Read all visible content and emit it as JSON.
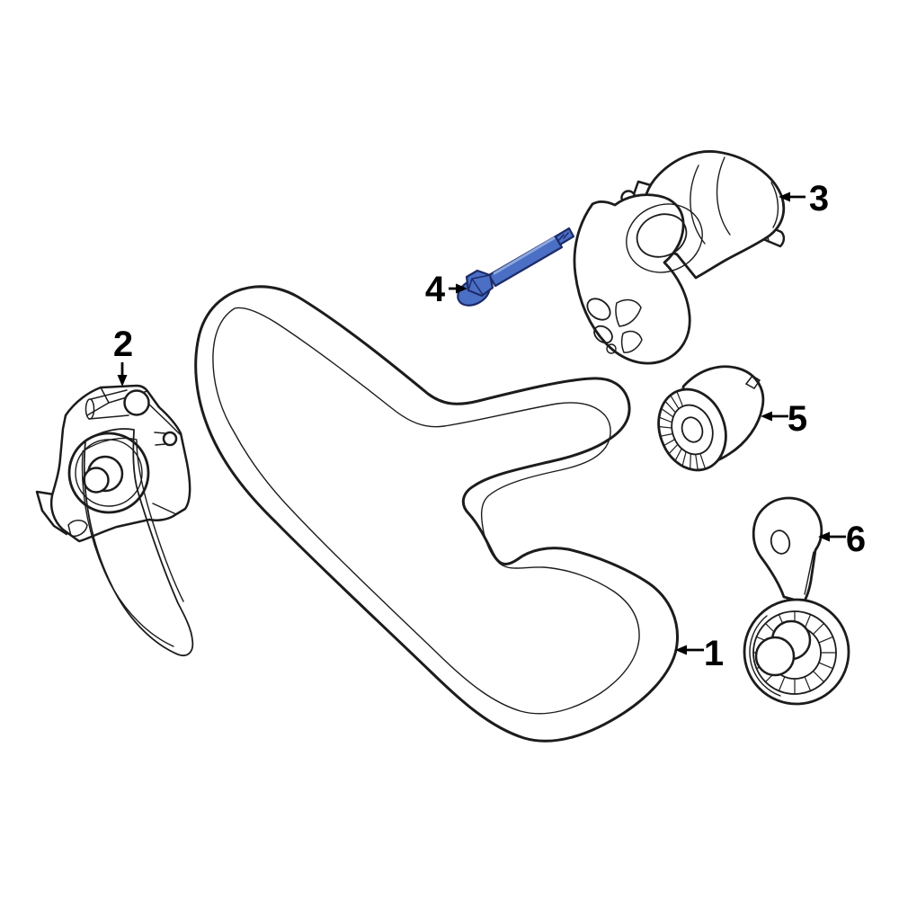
{
  "diagram": {
    "background": "#ffffff",
    "ink": "#1c1c1c",
    "callouts": [
      {
        "number": "1",
        "part": "serpentine-belt",
        "arrow": "left",
        "highlighted": false
      },
      {
        "number": "2",
        "part": "water-pump",
        "arrow": "down",
        "highlighted": false
      },
      {
        "number": "3",
        "part": "belt-tensioner",
        "arrow": "left",
        "highlighted": false
      },
      {
        "number": "4",
        "part": "tensioner-bolt",
        "arrow": "right",
        "highlighted": true
      },
      {
        "number": "5",
        "part": "idler-pulley",
        "arrow": "left",
        "highlighted": false
      },
      {
        "number": "6",
        "part": "idler-pulley-bracket",
        "arrow": "left",
        "highlighted": false
      }
    ],
    "bolt": {
      "fill": "#4a6fc5",
      "stroke": "#1d2b69",
      "highlight": "#8ea8dd"
    }
  }
}
